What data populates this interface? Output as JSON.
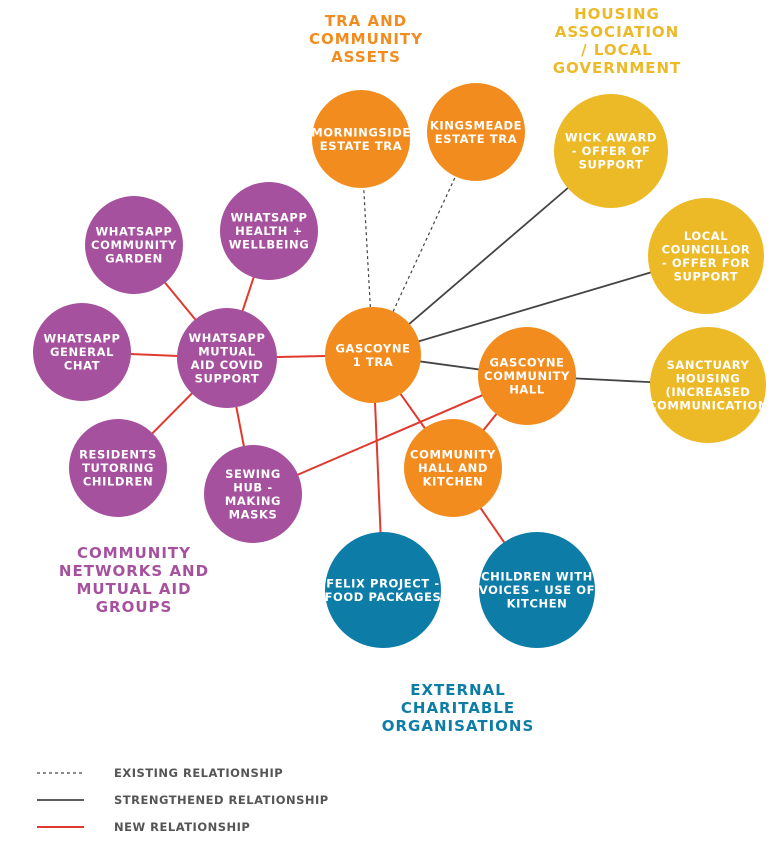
{
  "colors": {
    "orange": "#F28C1E",
    "yellow": "#ECB927",
    "purple": "#A5519E",
    "blue": "#0D7DA8",
    "existing_line": "#444444",
    "strengthened_line": "#444444",
    "new_line": "#E03A2F"
  },
  "groups": {
    "tra": {
      "label": "TRA AND COMMUNITY ASSETS",
      "lines": [
        "TRA AND",
        "COMMUNITY",
        "ASSETS"
      ]
    },
    "housing": {
      "label": "HOUSING ASSOCIATION / LOCAL GOVERNMENT",
      "lines": [
        "HOUSING",
        "ASSOCIATION",
        "/ LOCAL",
        "GOVERNMENT"
      ]
    },
    "community": {
      "label": "COMMUNITY NETWORKS AND MUTUAL AID GROUPS",
      "lines": [
        "COMMUNITY",
        "NETWORKS AND",
        "MUTUAL AID",
        "GROUPS"
      ]
    },
    "external": {
      "label": "EXTERNAL CHARITABLE ORGANISATIONS",
      "lines": [
        "EXTERNAL",
        "CHARITABLE",
        "ORGANISATIONS"
      ]
    }
  },
  "nodes": {
    "gascoyne_tra": {
      "name": "Gascoyne 1 TRA",
      "group": "orange",
      "lines": [
        "GASCOYNE",
        "1 TRA"
      ]
    },
    "morningside": {
      "name": "Morningside Estate TRA",
      "group": "orange",
      "lines": [
        "MORNINGSIDE",
        "ESTATE TRA"
      ]
    },
    "kingsmeade": {
      "name": "Kingsmeade Estate TRA",
      "group": "orange",
      "lines": [
        "KINGSMEADE",
        "ESTATE TRA"
      ]
    },
    "community_hall": {
      "name": "Gascoyne Community Hall",
      "group": "orange",
      "lines": [
        "GASCOYNE",
        "COMMUNITY",
        "HALL"
      ]
    },
    "hall_kitchen": {
      "name": "Community Hall and Kitchen",
      "group": "orange",
      "lines": [
        "COMMUNITY",
        "HALL AND",
        "KITCHEN"
      ]
    },
    "wick_award": {
      "name": "Wick Award - Offer of Support",
      "group": "yellow",
      "lines": [
        "WICK AWARD",
        "- OFFER OF",
        "SUPPORT"
      ]
    },
    "local_councillor": {
      "name": "Local Councillor - Offer for Support",
      "group": "yellow",
      "lines": [
        "LOCAL",
        "COUNCILLOR",
        "- OFFER FOR",
        "SUPPORT"
      ]
    },
    "sanctuary": {
      "name": "Sanctuary Housing (Increased Communication",
      "group": "yellow",
      "lines": [
        "SANCTUARY",
        "HOUSING",
        "(INCREASED",
        "COMMUNICATION"
      ]
    },
    "wa_mutual": {
      "name": "WhatsApp Mutual Aid Covid Support",
      "group": "purple",
      "lines": [
        "WHATSAPP",
        "MUTUAL",
        "AID COVID",
        "SUPPORT"
      ]
    },
    "wa_garden": {
      "name": "WhatsApp Community Garden",
      "group": "purple",
      "lines": [
        "WHATSAPP",
        "COMMUNITY",
        "GARDEN"
      ]
    },
    "wa_health": {
      "name": "WhatsApp Health + Wellbeing",
      "group": "purple",
      "lines": [
        "WHATSAPP",
        "HEALTH +",
        "WELLBEING"
      ]
    },
    "wa_chat": {
      "name": "WhatsApp General Chat",
      "group": "purple",
      "lines": [
        "WHATSAPP",
        "GENERAL",
        "CHAT"
      ]
    },
    "tutoring": {
      "name": "Residents Tutoring Children",
      "group": "purple",
      "lines": [
        "RESIDENTS",
        "TUTORING",
        "CHILDREN"
      ]
    },
    "sewing": {
      "name": "Sewing Hub - Making Masks",
      "group": "purple",
      "lines": [
        "SEWING",
        "HUB -",
        "MAKING",
        "MASKS"
      ]
    },
    "felix": {
      "name": "Felix Project - Food Packages",
      "group": "blue",
      "lines": [
        "FELIX PROJECT -",
        "FOOD PACKAGES"
      ]
    },
    "children_voices": {
      "name": "Children with Voices - Use of Kitchen",
      "group": "blue",
      "lines": [
        "CHILDREN WITH",
        "VOICES - USE OF",
        "KITCHEN"
      ]
    }
  },
  "edges": [
    {
      "from": "gascoyne_tra",
      "to": "morningside",
      "type": "existing"
    },
    {
      "from": "gascoyne_tra",
      "to": "kingsmeade",
      "type": "existing"
    },
    {
      "from": "gascoyne_tra",
      "to": "wick_award",
      "type": "strengthened"
    },
    {
      "from": "gascoyne_tra",
      "to": "local_councillor",
      "type": "strengthened"
    },
    {
      "from": "gascoyne_tra",
      "to": "community_hall",
      "type": "strengthened"
    },
    {
      "from": "community_hall",
      "to": "sanctuary",
      "type": "strengthened"
    },
    {
      "from": "gascoyne_tra",
      "to": "wa_mutual",
      "type": "new"
    },
    {
      "from": "gascoyne_tra",
      "to": "felix",
      "type": "new"
    },
    {
      "from": "gascoyne_tra",
      "to": "hall_kitchen",
      "type": "new"
    },
    {
      "from": "community_hall",
      "to": "hall_kitchen",
      "type": "new"
    },
    {
      "from": "community_hall",
      "to": "sewing",
      "type": "new"
    },
    {
      "from": "hall_kitchen",
      "to": "children_voices",
      "type": "new"
    },
    {
      "from": "wa_mutual",
      "to": "wa_garden",
      "type": "new"
    },
    {
      "from": "wa_mutual",
      "to": "wa_health",
      "type": "new"
    },
    {
      "from": "wa_mutual",
      "to": "wa_chat",
      "type": "new"
    },
    {
      "from": "wa_mutual",
      "to": "tutoring",
      "type": "new"
    },
    {
      "from": "wa_mutual",
      "to": "sewing",
      "type": "new"
    }
  ],
  "legend": [
    {
      "type": "existing",
      "label": "EXISTING RELATIONSHIP"
    },
    {
      "type": "strengthened",
      "label": "STRENGTHENED RELATIONSHIP"
    },
    {
      "type": "new",
      "label": "NEW RELATIONSHIP"
    }
  ]
}
